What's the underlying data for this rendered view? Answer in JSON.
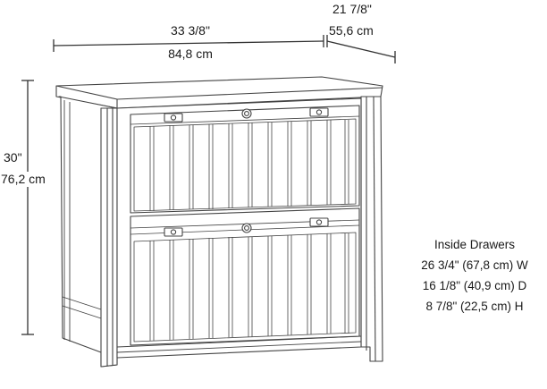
{
  "dimensions": {
    "width_in": "33 3/8\"",
    "width_cm": "84,8 cm",
    "depth_in": "21 7/8\"",
    "depth_cm": "55,6 cm",
    "height_in": "30\"",
    "height_cm": "76,2 cm"
  },
  "inside_drawers": {
    "title": "Inside Drawers",
    "width": "26 3/4\" (67,8 cm) W",
    "depth": "16 1/8\" (40,9 cm) D",
    "height": "8 7/8\" (22,5 cm) H"
  },
  "colors": {
    "line": "#333333",
    "fill": "#ffffff"
  }
}
